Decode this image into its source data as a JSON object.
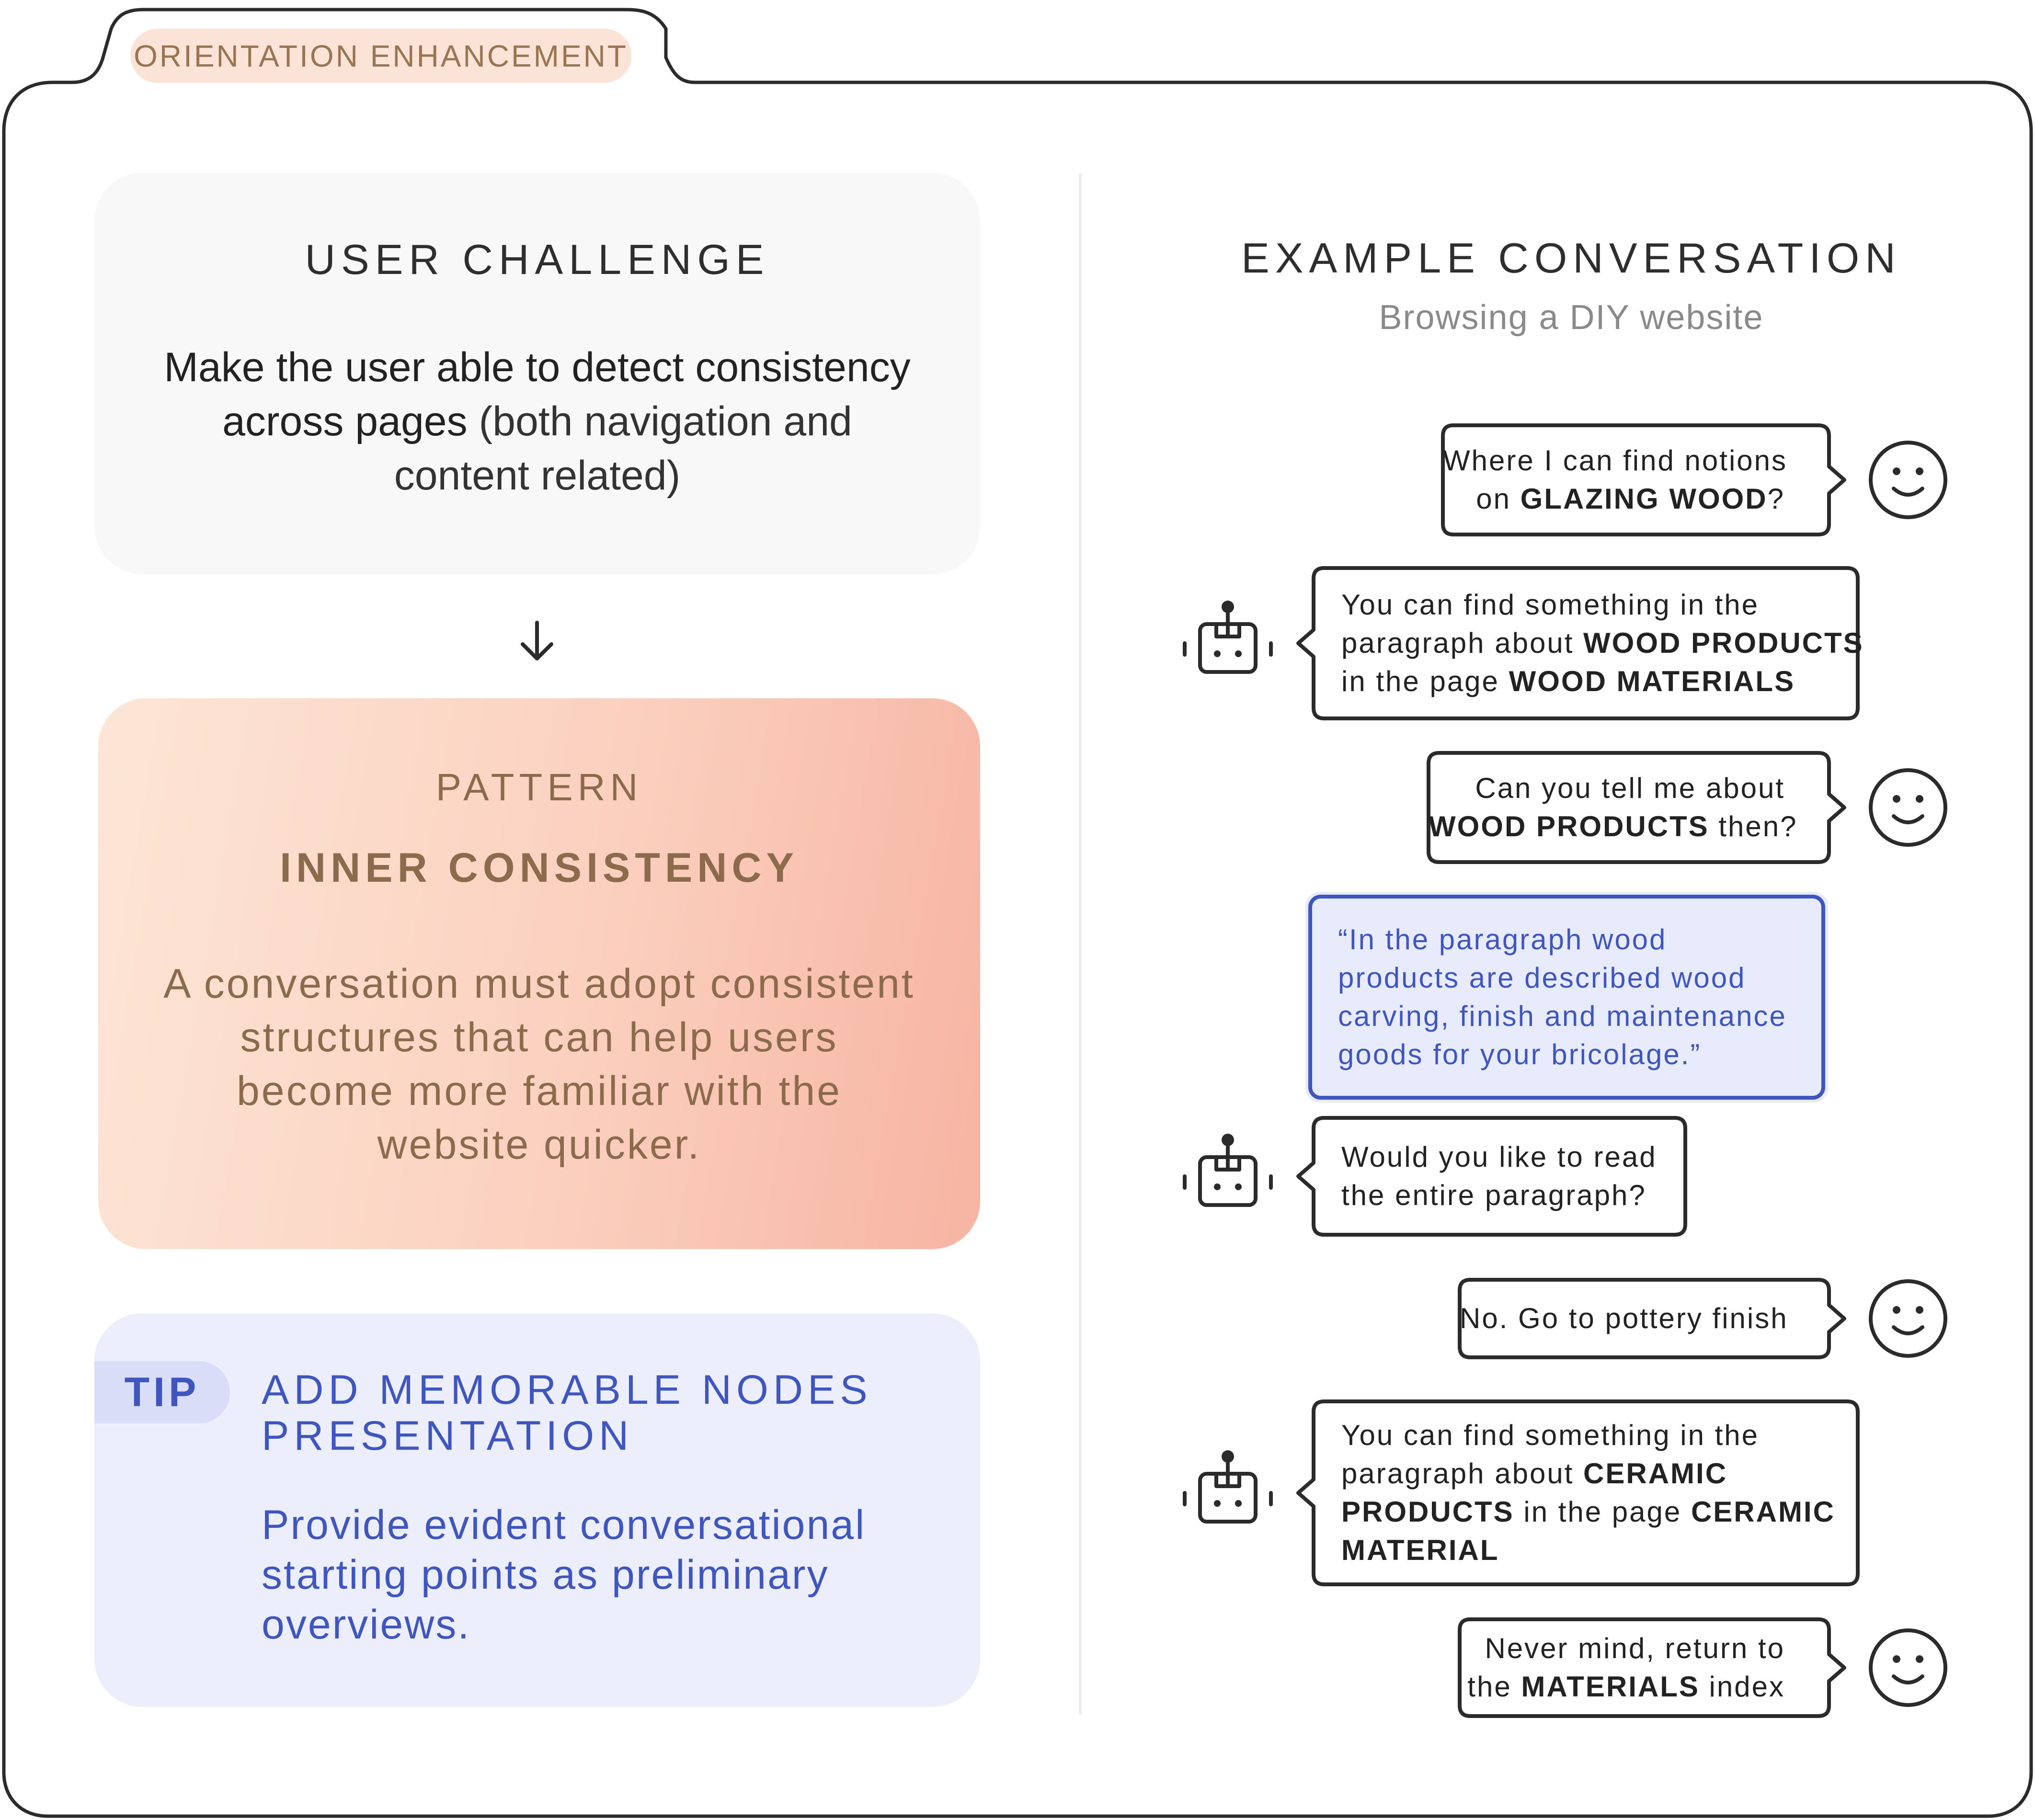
{
  "header": {
    "tab_label": "ORIENTATION ENHANCEMENT"
  },
  "challenge": {
    "title": "USER CHALLENGE",
    "text_part1": "Make the user able to detect consistency across pages",
    "text_part2": " (both navigation and content related)"
  },
  "pattern": {
    "label": "PATTERN",
    "title": "INNER CONSISTENCY",
    "text": "A conversation must adopt consistent structures that can help users become more familiar with the website quicker."
  },
  "tip": {
    "badge": "TIP",
    "title": "ADD MEMORABLE NODES PRESENTATION",
    "text": "Provide evident conversational starting points as preliminary overviews."
  },
  "conversation": {
    "title": "EXAMPLE CONVERSATION",
    "subtitle": "Browsing a DIY website",
    "messages": [
      {
        "speaker": "user",
        "lines": [
          [
            "Where I can find notions"
          ],
          [
            "on ",
            "GLAZING WOOD",
            "?"
          ]
        ]
      },
      {
        "speaker": "bot",
        "lines": [
          [
            "You can find something in the"
          ],
          [
            "paragraph about ",
            "WOOD PRODUCTS"
          ],
          [
            "in the page ",
            "WOOD MATERIALS"
          ]
        ]
      },
      {
        "speaker": "user",
        "lines": [
          [
            "Can you tell me about"
          ],
          [
            "WOOD PRODUCTS",
            " then?"
          ]
        ]
      },
      {
        "speaker": "quote",
        "lines": [
          [
            "“In the paragraph wood"
          ],
          [
            "products are described wood"
          ],
          [
            "carving, finish and maintenance"
          ],
          [
            "goods for your bricolage.”"
          ]
        ]
      },
      {
        "speaker": "bot",
        "lines": [
          [
            "Would you like to read"
          ],
          [
            "the entire paragraph?"
          ]
        ]
      },
      {
        "speaker": "user",
        "lines": [
          [
            "No. Go to pottery finish"
          ]
        ]
      },
      {
        "speaker": "bot",
        "lines": [
          [
            "You can find something in the"
          ],
          [
            "paragraph about ",
            "CERAMIC"
          ],
          [
            "PRODUCTS",
            " in the page ",
            "CERAMIC"
          ],
          [
            "MATERIAL"
          ]
        ]
      },
      {
        "speaker": "user",
        "lines": [
          [
            "Never mind, return to"
          ],
          [
            "the ",
            "MATERIALS",
            " index"
          ]
        ]
      }
    ]
  },
  "colors": {
    "tab_bg": "#fbe3d7",
    "pattern_text": "#8c6a4c",
    "tip_accent": "#3f55c0",
    "tip_bg": "#eceefc",
    "quote_bg": "#e8ebfc",
    "outline": "#2b2b2b"
  }
}
